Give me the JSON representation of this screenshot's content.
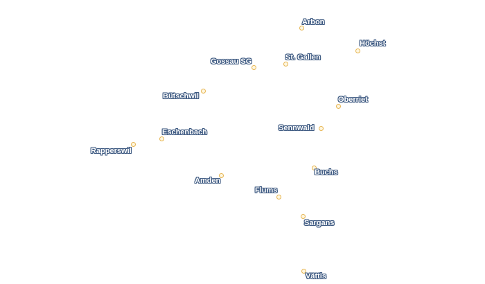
{
  "places": [
    {
      "name": "Arbon"
    },
    {
      "name": "Höchst"
    },
    {
      "name": "Gossau SG"
    },
    {
      "name": "St. Gallen"
    },
    {
      "name": "Bütschwil"
    },
    {
      "name": "Oberriet"
    },
    {
      "name": "Sennwald"
    },
    {
      "name": "Eschenbach"
    },
    {
      "name": "Rapperswil"
    },
    {
      "name": "Buchs"
    },
    {
      "name": "Amden"
    },
    {
      "name": "Flums"
    },
    {
      "name": "Sargans"
    },
    {
      "name": "Vättis"
    }
  ],
  "colors": {
    "marker": "#e6b450",
    "label_fill": "#ffffff",
    "label_outline": "#3e5a82"
  }
}
